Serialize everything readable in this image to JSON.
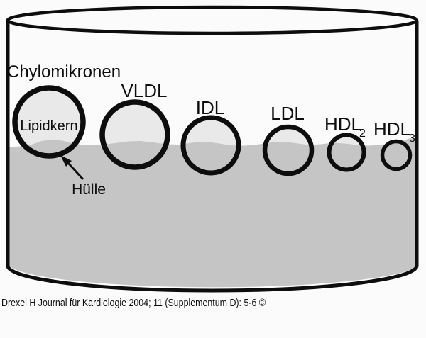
{
  "diagram": {
    "bubbles": [
      {
        "label": "Chylomikronen",
        "inner_label": "Lipidkern"
      },
      {
        "label": "VLDL"
      },
      {
        "label": "IDL"
      },
      {
        "label": "LDL"
      },
      {
        "label": "HDL",
        "sub": "2"
      },
      {
        "label": "HDL",
        "sub": "3"
      }
    ],
    "annotations": {
      "shell_label": "Hülle"
    },
    "citation": "Drexel H Journal für Kardiologie 2004; 11 (Supplementum D): 5-6 ©",
    "colors": {
      "ink": "#0d0d0d",
      "liquid": "#c5c5c5",
      "bubble_fill": "#e9e9e9",
      "background": "#fbfbfb"
    }
  }
}
